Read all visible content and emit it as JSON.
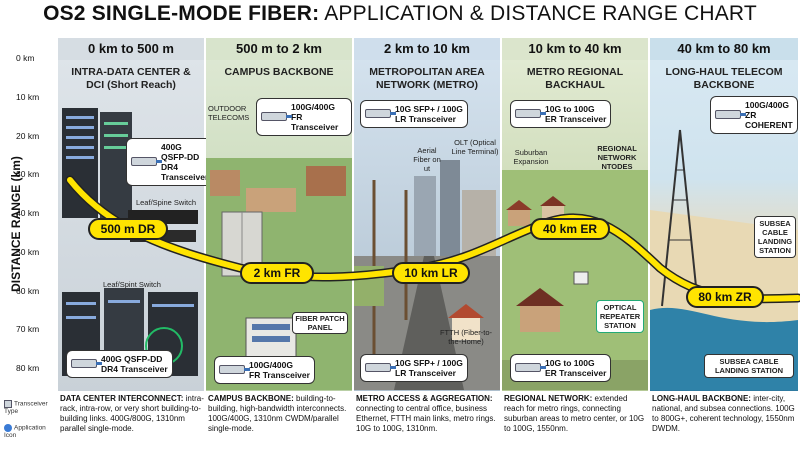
{
  "title": {
    "bold": "OS2 SINGLE-MODE FIBER:",
    "rest": " APPLICATION & DISTANCE RANGE CHART"
  },
  "y_axis": {
    "title": "DISTANCE RANGE (km)",
    "ticks": [
      "0 km",
      "10 km",
      "20 km",
      "30 km",
      "40 km",
      "50 km",
      "60 km",
      "70 km",
      "80 km"
    ]
  },
  "panels": [
    {
      "range": "0 km to 500 m",
      "label": "INTRA-DATA CENTER & DCI (Short Reach)",
      "callouts": [
        {
          "line1": "400G QSFP-DD",
          "line2": "DR4 Transceiver"
        },
        {
          "line1": "400G QSFP-DD",
          "line2": "DR4 Transceiver"
        }
      ],
      "notes": [
        "Leaf/Spine Switch",
        "Leaf/Spint Switch"
      ],
      "zone": "500 m DR",
      "desc_bold": "DATA CENTER INTERCONNECT:",
      "desc": " intra-rack, intra-row, or very short building-to-building links. 400G/800G, 1310nm parallel single-mode."
    },
    {
      "range": "500 m to 2 km",
      "label": "CAMPUS BACKBONE",
      "callouts": [
        {
          "line1": "100G/400G",
          "line2": "FR Transceiver"
        },
        {
          "line1": "100G/400G",
          "line2": "FR Transceiver"
        }
      ],
      "notes": [
        "OUTDOOR TELECOMS",
        "FIBER PATCH PANEL"
      ],
      "zone": "2 km FR",
      "desc_bold": "CAMPUS BACKBONE:",
      "desc": " building-to-building, high-bandwidth interconnects. 100G/400G, 1310nm CWDM/parallel single-mode."
    },
    {
      "range": "2 km to 10 km",
      "label": "METROPOLITAN AREA NETWORK (METRO)",
      "callouts": [
        {
          "line1": "10G SFP+ / 100G",
          "line2": "LR Transceiver"
        },
        {
          "line1": "10G SFP+ / 100G",
          "line2": "LR Transceiver"
        }
      ],
      "notes": [
        "Aerial Fiber on ut",
        "OLT (Optical Line Terminal)",
        "FTTH (Fiber-to-the-Home)"
      ],
      "zone": "10 km LR",
      "desc_bold": "METRO ACCESS & AGGREGATION:",
      "desc": " connecting to central office, business Ethernet, FTTH main links, metro rings. 10G to 100G, 1310nm."
    },
    {
      "range": "10 km to 40 km",
      "label": "METRO REGIONAL BACKHAUL",
      "callouts": [
        {
          "line1": "10G to 100G",
          "line2": "ER Transceiver"
        },
        {
          "line1": "10G to 100G",
          "line2": "ER Transceiver"
        }
      ],
      "notes": [
        "Suburban Expansion",
        "REGIONAL NETWORK NTODES",
        "OPTICAL REPEATER STATION"
      ],
      "zone": "40 km ER",
      "desc_bold": "REGIONAL NETWORK:",
      "desc": " extended reach for metro rings, connecting suburban areas to metro center, or 10G to 100G, 1550nm."
    },
    {
      "range": "40 km to 80 km",
      "label": "LONG-HAUL TELECOM BACKBONE",
      "callouts": [
        {
          "line1": "100G/400G",
          "line2": "ZR COHERENT"
        }
      ],
      "notes": [
        "SUBSEA CABLE LANDING STATION",
        "SUBSEA CABLE LANDING STATION"
      ],
      "zone": "80 km ZR",
      "desc_bold": "LONG-HAUL BACKBONE:",
      "desc": " inter-city, national, and subsea connections. 100G to 800G+, coherent technology, 1550nm DWDM."
    }
  ],
  "legend": [
    {
      "label": "Transceiver Type",
      "icon": "transceiver-icon"
    },
    {
      "label": "Application Icon",
      "icon": "application-icon"
    }
  ],
  "colors": {
    "fiber": "#ffe400",
    "header1": "#d9e2ea",
    "header2": "#dfe9d5",
    "header3": "#d6e4f0",
    "header4": "#e4ecd6",
    "header5": "#cfe3ee"
  }
}
